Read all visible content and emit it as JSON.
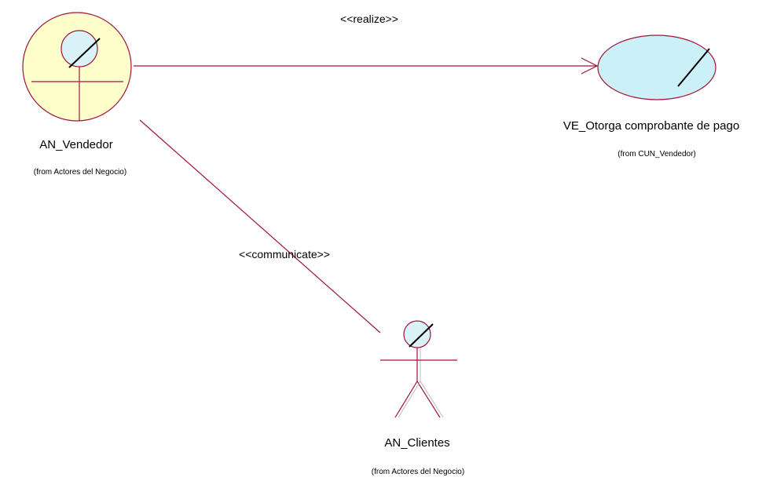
{
  "colors": {
    "line": "#a0143c",
    "actor_worker_fill": "#ffffcc",
    "head_fill": "#d9f3f8",
    "usecase_fill": "#ccf0f8",
    "slash": "#000000"
  },
  "elements": {
    "vendedor": {
      "name": "AN_Vendedor",
      "from": "(from Actores del Negocio)",
      "kind": "business-worker"
    },
    "usecase": {
      "name": "VE_Otorga comprobante de pago",
      "from": "(from CUN_Vendedor)",
      "kind": "business-use-case-realization"
    },
    "clientes": {
      "name": "AN_Clientes",
      "from": "(from Actores del Negocio)",
      "kind": "business-actor"
    }
  },
  "relations": {
    "realize": {
      "stereotype": "<<realize>>",
      "from": "AN_Vendedor",
      "to": "VE_Otorga comprobante de pago"
    },
    "communicate": {
      "stereotype": "<<communicate>>",
      "from": "AN_Vendedor",
      "to": "AN_Clientes"
    }
  }
}
